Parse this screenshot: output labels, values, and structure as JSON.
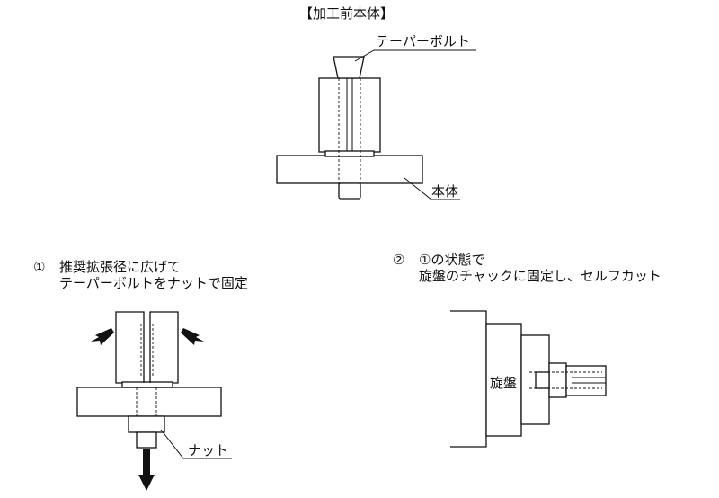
{
  "top": {
    "title": "【加工前本体】",
    "bolt_label": "テーパーボルト",
    "body_label": "本体"
  },
  "step1": {
    "number": "①",
    "line1": "推奨拡張径に広げて",
    "line2": "テーパーボルトをナットで固定",
    "nut_label": "ナット"
  },
  "step2": {
    "number": "②",
    "line1": "①の状態で",
    "line2": "旋盤のチャックに固定し、セルフカット",
    "lathe_label": "旋盤"
  }
}
